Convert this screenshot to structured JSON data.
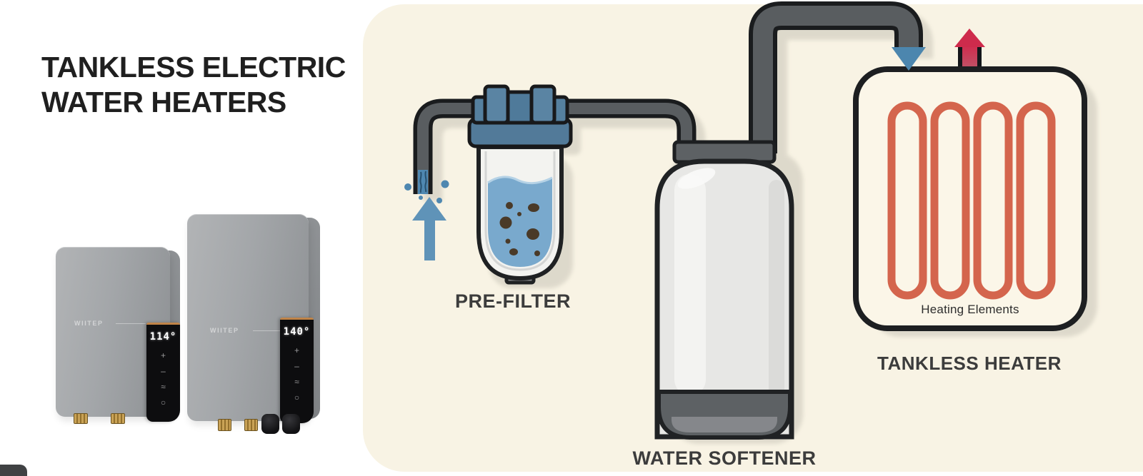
{
  "left": {
    "title_line1": "TANKLESS ELECTRIC",
    "title_line2": "WATER HEATERS",
    "products": [
      {
        "brand": "WIITEP",
        "display": "114°",
        "buttons": [
          "+",
          "–",
          "≈",
          "○"
        ]
      },
      {
        "brand": "WIITEP",
        "display": "140°",
        "buttons": [
          "+",
          "–",
          "≈",
          "○"
        ]
      }
    ]
  },
  "diagram": {
    "labels": {
      "prefilter": "PRE-FILTER",
      "softener": "WATER SOFTENER",
      "heater": "TANKLESS HEATER",
      "heating_elements": "Heating Elements"
    },
    "icons": {
      "inlet": "blue-up-arrow",
      "flow_into_heater": "blue-down-arrow",
      "hot_outlet": "red-up-arrow"
    },
    "colors": {
      "panel_bg": "#f8f3e4",
      "pipe": "#595d60",
      "pipe_outline": "#1a1c1e",
      "blue": "#4e87b0",
      "water": "#79a9cd",
      "coil": "#d4654d",
      "hot_red": "#ce2b4c",
      "tank_gray": "#e7e7e5",
      "dark_gray": "#5d6164",
      "label_text": "#3c3c3c",
      "shadow": "#dbd7c9"
    }
  }
}
